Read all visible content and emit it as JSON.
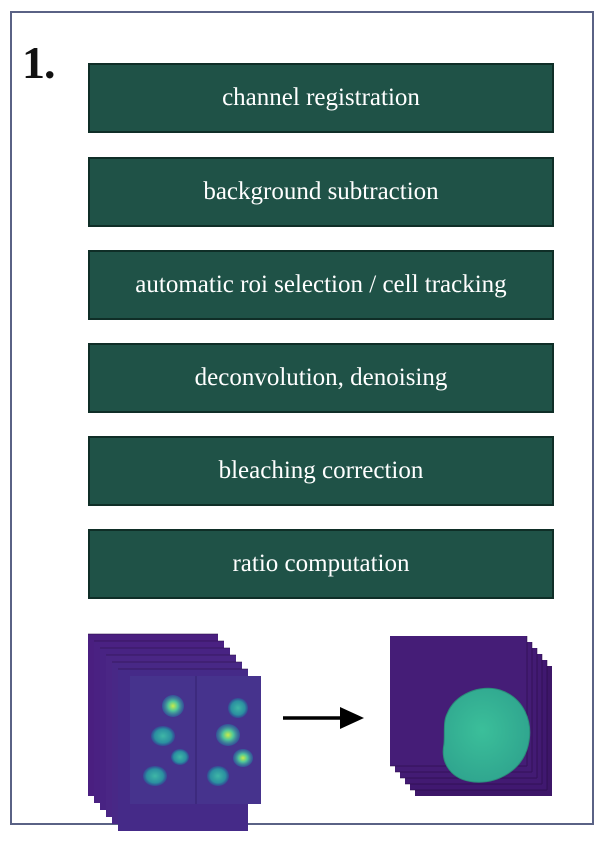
{
  "figure": {
    "panel_label": "1.",
    "steps": [
      {
        "label": "channel registration"
      },
      {
        "label": "background subtraction"
      },
      {
        "label": "automatic roi selection / cell tracking"
      },
      {
        "label": "deconvolution, denoising"
      },
      {
        "label": "bleaching correction"
      },
      {
        "label": "ratio computation"
      }
    ],
    "illustration": {
      "input_icon": "fluorescence-image-stack-icon",
      "arrow_icon": "right-arrow-icon",
      "output_icon": "segmented-cell-image-stack-icon"
    }
  },
  "colors": {
    "step_box_fill": "#1f5247",
    "step_box_border": "#0f2e27",
    "step_text": "#ffffff",
    "frame_border": "#5a6285",
    "image_background": "#3d1a73",
    "cell_color": "#2fa79a",
    "bright_cell_color": "#a8e04a"
  }
}
